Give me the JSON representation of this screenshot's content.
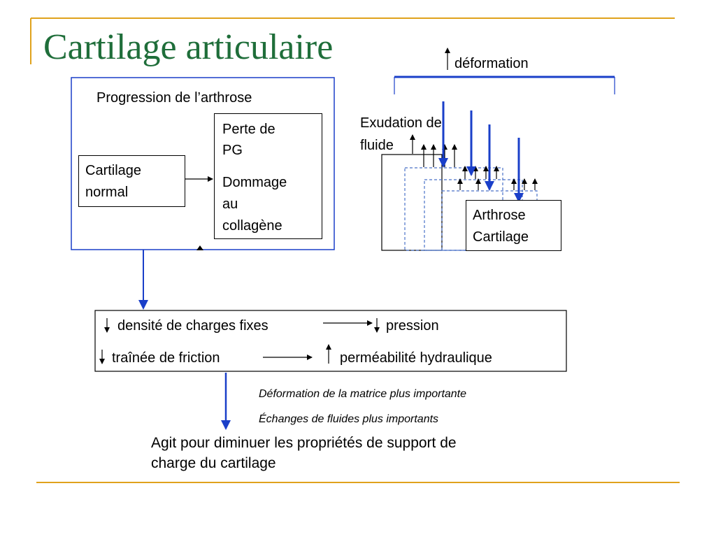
{
  "slide": {
    "title": "Cartilage articulaire",
    "accent_color": "#1f6e3a",
    "rule_color": "#e0a21c",
    "arrow_color": "#1a3fc9"
  },
  "progression": {
    "heading": "Progression de l’arthrose",
    "normal_line1": "Cartilage",
    "normal_line2": "normal",
    "loss_line1": "Perte de",
    "loss_line2": "PG",
    "damage_line1": "Dommage",
    "damage_line2": "au",
    "damage_line3": "collagène"
  },
  "deformation_diagram": {
    "deformation_label": "déformation",
    "exudation_line1": "Exudation de",
    "exudation_line2": "fluide",
    "arthrose_line1": "Arthrose",
    "arthrose_line2": "Cartilage"
  },
  "effects": {
    "row1_left": "densité de charges fixes",
    "row1_right": "pression",
    "row2_left": "traînée de friction",
    "row2_right": "perméabilité hydraulique"
  },
  "notes": {
    "note1": "Déformation de la matrice plus importante",
    "note2": "Échanges de fluides plus importants"
  },
  "conclusion": {
    "line1": "Agit pour diminuer les propriétés de support de",
    "line2": "charge du cartilage"
  }
}
